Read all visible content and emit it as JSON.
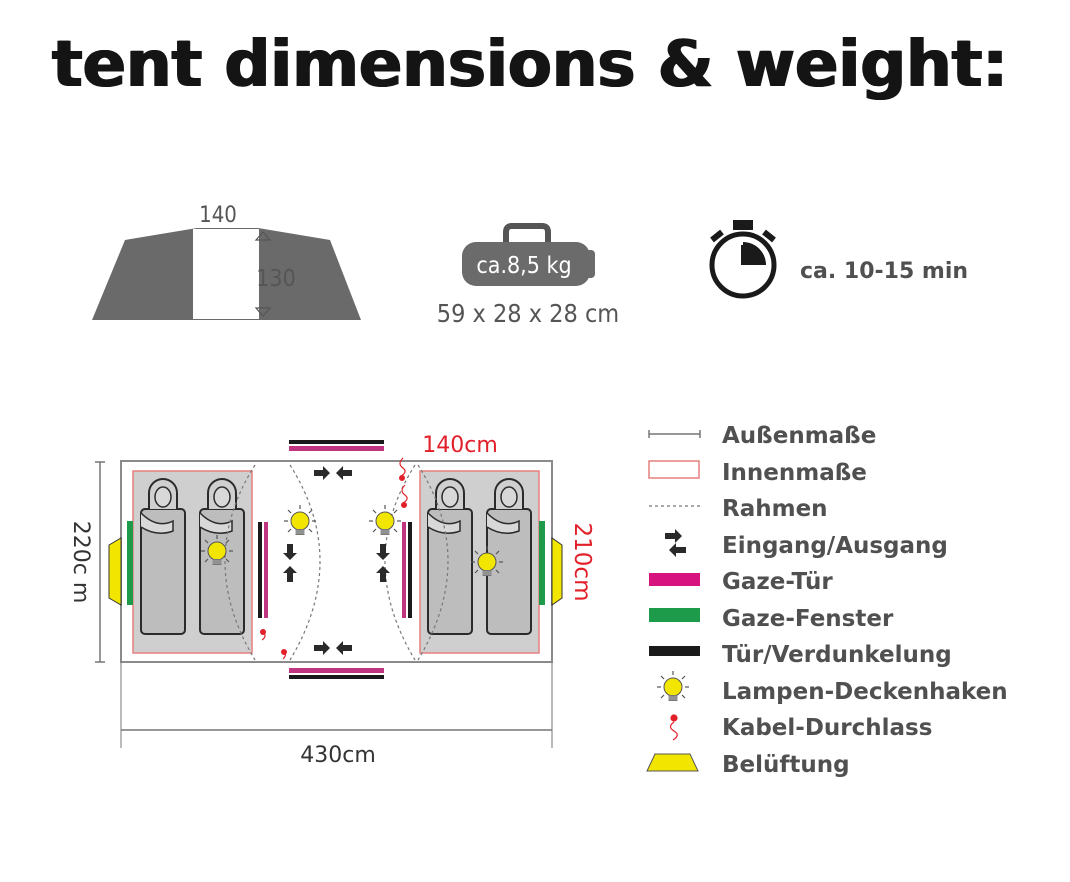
{
  "title": "tent dimensions & weight:",
  "specs": {
    "tent_width": "140",
    "tent_height": "130",
    "weight": "ca.8,5 kg",
    "pack_size": "59 x 28 x 28 cm",
    "setup_time": "ca. 10-15 min"
  },
  "floorplan": {
    "width_label": "430cm",
    "height_label": "220c m",
    "inner_height_label": "210cm",
    "door_width_label": "140cm"
  },
  "legend": [
    {
      "icon": "outer-dimension-line-icon",
      "label": "Außenmaße"
    },
    {
      "icon": "inner-dimension-rect-icon",
      "label": "Innenmaße"
    },
    {
      "icon": "frame-dotted-line-icon",
      "label": "Rahmen"
    },
    {
      "icon": "entrance-exit-arrows-icon",
      "label": "Eingang/Ausgang"
    },
    {
      "icon": "mesh-door-bar-icon",
      "label": "Gaze-Tür"
    },
    {
      "icon": "mesh-window-bar-icon",
      "label": "Gaze-Fenster"
    },
    {
      "icon": "blackout-door-bar-icon",
      "label": "Tür/Verdunkelung"
    },
    {
      "icon": "lamp-hook-bulb-icon",
      "label": "Lampen-Deckenhaken"
    },
    {
      "icon": "cable-passage-icon",
      "label": "Kabel-Durchlass"
    },
    {
      "icon": "ventilation-icon",
      "label": "Belüftung"
    }
  ],
  "colors": {
    "pink": "#d6137f",
    "green": "#1d9a4a",
    "yellow": "#f2e600",
    "red": "#e2202a",
    "gray": "#5a5a5a"
  }
}
